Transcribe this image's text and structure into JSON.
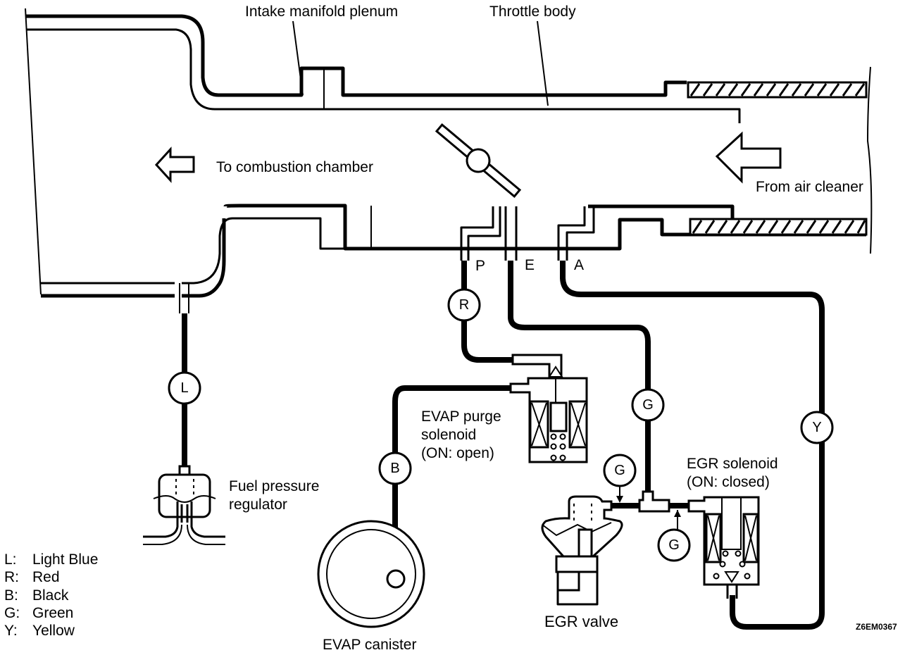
{
  "diagram": {
    "title": "Vacuum hose routing diagram",
    "labels": {
      "intake_manifold_plenum": "Intake manifold plenum",
      "throttle_body": "Throttle body",
      "to_combustion_chamber": "To combustion chamber",
      "from_air_cleaner": "From air cleaner",
      "fuel_pressure_regulator_line1": "Fuel pressure",
      "fuel_pressure_regulator_line2": "regulator",
      "evap_purge_solenoid_line1": "EVAP purge",
      "evap_purge_solenoid_line2": "solenoid",
      "evap_purge_solenoid_line3": "(ON: open)",
      "egr_solenoid_line1": "EGR solenoid",
      "egr_solenoid_line2": "(ON: closed)",
      "egr_valve": "EGR valve",
      "evap_canister": "EVAP canister"
    },
    "ports": [
      "P",
      "E",
      "A"
    ],
    "hose_tags": {
      "fuel_regulator_hose": "L",
      "purge_hose": "R",
      "canister_hose": "B",
      "egr_port_hose": "G",
      "egr_valve_hose": "G",
      "egr_solenoid_hose": "G",
      "air_port_hose": "Y"
    },
    "legend": [
      {
        "code": "L:",
        "color": "Light Blue"
      },
      {
        "code": "R:",
        "color": "Red"
      },
      {
        "code": "B:",
        "color": "Black"
      },
      {
        "code": "G:",
        "color": "Green"
      },
      {
        "code": "Y:",
        "color": "Yellow"
      }
    ],
    "figure_code": "Z6EM0367"
  }
}
